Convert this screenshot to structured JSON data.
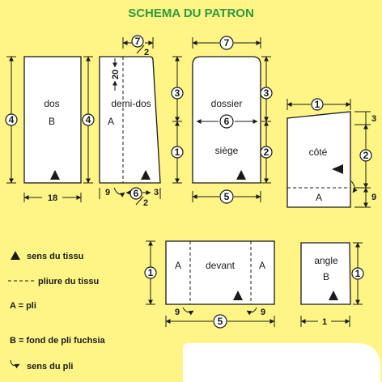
{
  "title": "SCHEMA DU PATRON",
  "colors": {
    "background": "#FFF587",
    "title": "#2F9A3C",
    "piece_fill": "#FFFFFF",
    "ink": "#1A1A1A"
  },
  "pieces": {
    "dos": {
      "name": "dos",
      "letter": "B"
    },
    "demi_dos": {
      "name": "demi-dos",
      "letter": "A"
    },
    "dossier": {
      "name": "dossier"
    },
    "siege": {
      "name": "siège"
    },
    "cote": {
      "name": "côté",
      "letter": "A"
    },
    "devant": {
      "name": "devant",
      "letter_left": "A",
      "letter_right": "A"
    },
    "angle": {
      "name": "angle",
      "letter": "B"
    }
  },
  "dimensions": {
    "dos_width": "18",
    "dos_height": "4",
    "demi_dos_height": "4",
    "demi_dos_top": "7",
    "demi_dos_top_frac": "2",
    "demi_dos_inset": "20",
    "demi_dos_bottom_left": "9",
    "demi_dos_bottom_mid": "6",
    "demi_dos_bottom_mid_frac": "2",
    "demi_dos_bottom_right": "3",
    "dossier_top": "7",
    "dossier_left_top": "3",
    "dossier_left_bottom": "1",
    "dossier_right_top": "3",
    "dossier_right_bottom": "2",
    "dossier_center": "6",
    "dossier_bottom": "5",
    "cote_top": "1",
    "cote_right_top": "3",
    "cote_right": "2",
    "cote_right_bottom": "9",
    "devant_height": "1",
    "devant_fold_left": "9",
    "devant_bottom": "5",
    "devant_fold_right": "9",
    "angle_height": "1",
    "angle_bottom": "1"
  },
  "legend": [
    {
      "label": "sens du tissu",
      "icon": "triangle-icon"
    },
    {
      "label": "pliure du tissu",
      "icon": "dashed-line-icon"
    },
    {
      "label": "A = pli",
      "icon": ""
    },
    {
      "label": "B = fond de pli fuchsia",
      "icon": ""
    },
    {
      "label": "sens du pli",
      "icon": "curved-arrow-icon"
    }
  ]
}
